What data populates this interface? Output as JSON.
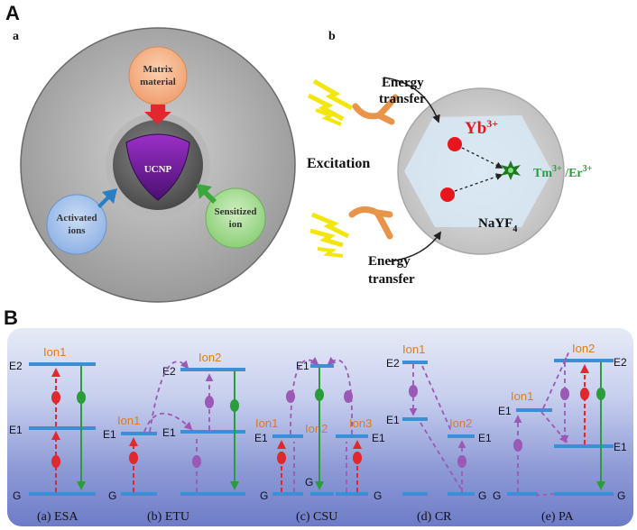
{
  "panel_a": {
    "letter": "A",
    "sub_a": "a",
    "sub_b": "b",
    "matrix_line1": "Matrix",
    "matrix_line2": "material",
    "core": "UCNP",
    "activated_line1": "Activated",
    "activated_line2": "ions",
    "sensitized_line1": "Sensitized",
    "sensitized_line2": "ion",
    "energy": "Energy",
    "transfer": "transfer",
    "excitation": "Excitation",
    "yb": "Yb",
    "yb_sup": "3+",
    "tm": "Tm",
    "tm_sup": "3+",
    "slash_er": " /Er",
    "er_sup": "3+",
    "nayf": "NaYF",
    "nayf_sub": "4"
  },
  "panel_b": {
    "letter": "B",
    "level_e2": "E2",
    "level_e1": "E1",
    "level_g": "G",
    "ion1": "Ion1",
    "ion2": "Ion2",
    "ion3": "Ion3",
    "cap_esa": "(a) ESA",
    "cap_etu": "(b) ETU",
    "cap_csu": "(c) CSU",
    "cap_cr": "(d) CR",
    "cap_pa": "(e) PA"
  },
  "colors": {
    "orange_label": "#e07b1a",
    "red": "#e0282e",
    "green": "#2a9d3a",
    "purple": "#9b59b6",
    "level_bar": "#3b8fd6"
  }
}
